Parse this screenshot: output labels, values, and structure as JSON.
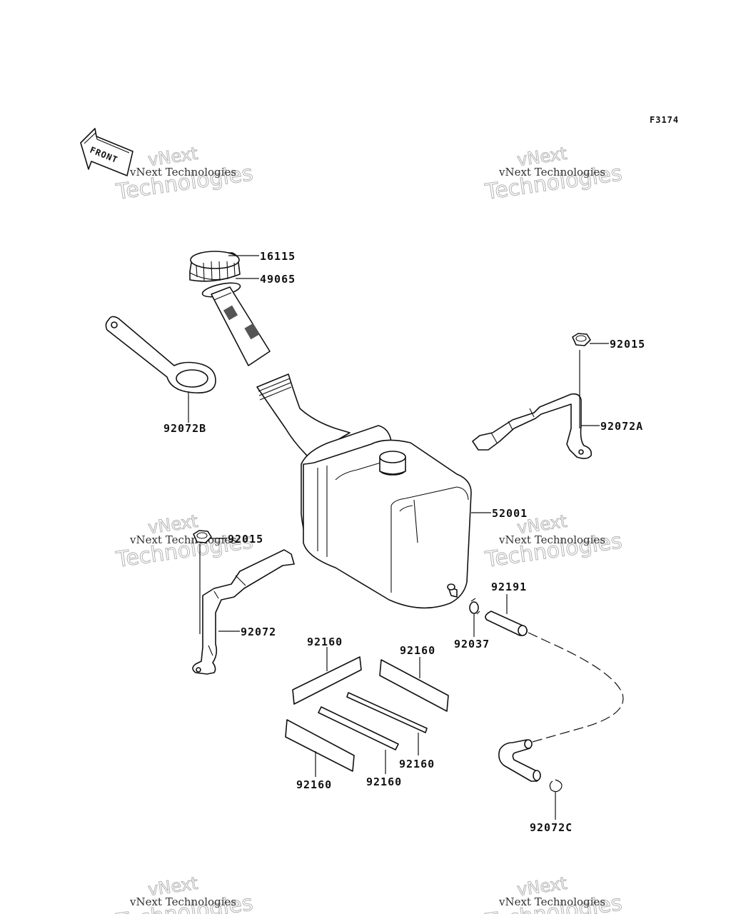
{
  "figure_code": "F3174",
  "front_label": "FRONT",
  "watermark": {
    "line_small": "vNext Technologies",
    "line_top": "vNext",
    "line_bottom": "Technologies"
  },
  "parts": {
    "cap": "16115",
    "cap_gasket": "49065",
    "strap": "92072B",
    "nut_right": "92015",
    "bracket_right": "92072A",
    "tank": "52001",
    "nut_left": "92015",
    "bracket_left": "92072",
    "hose": "92191",
    "clamp": "92037",
    "pad_top_left": "92160",
    "pad_top_right": "92160",
    "pad_mid": "92160",
    "pad_bottom_left": "92160",
    "pad_bottom_mid": "92160",
    "hose_clip": "92072C"
  }
}
